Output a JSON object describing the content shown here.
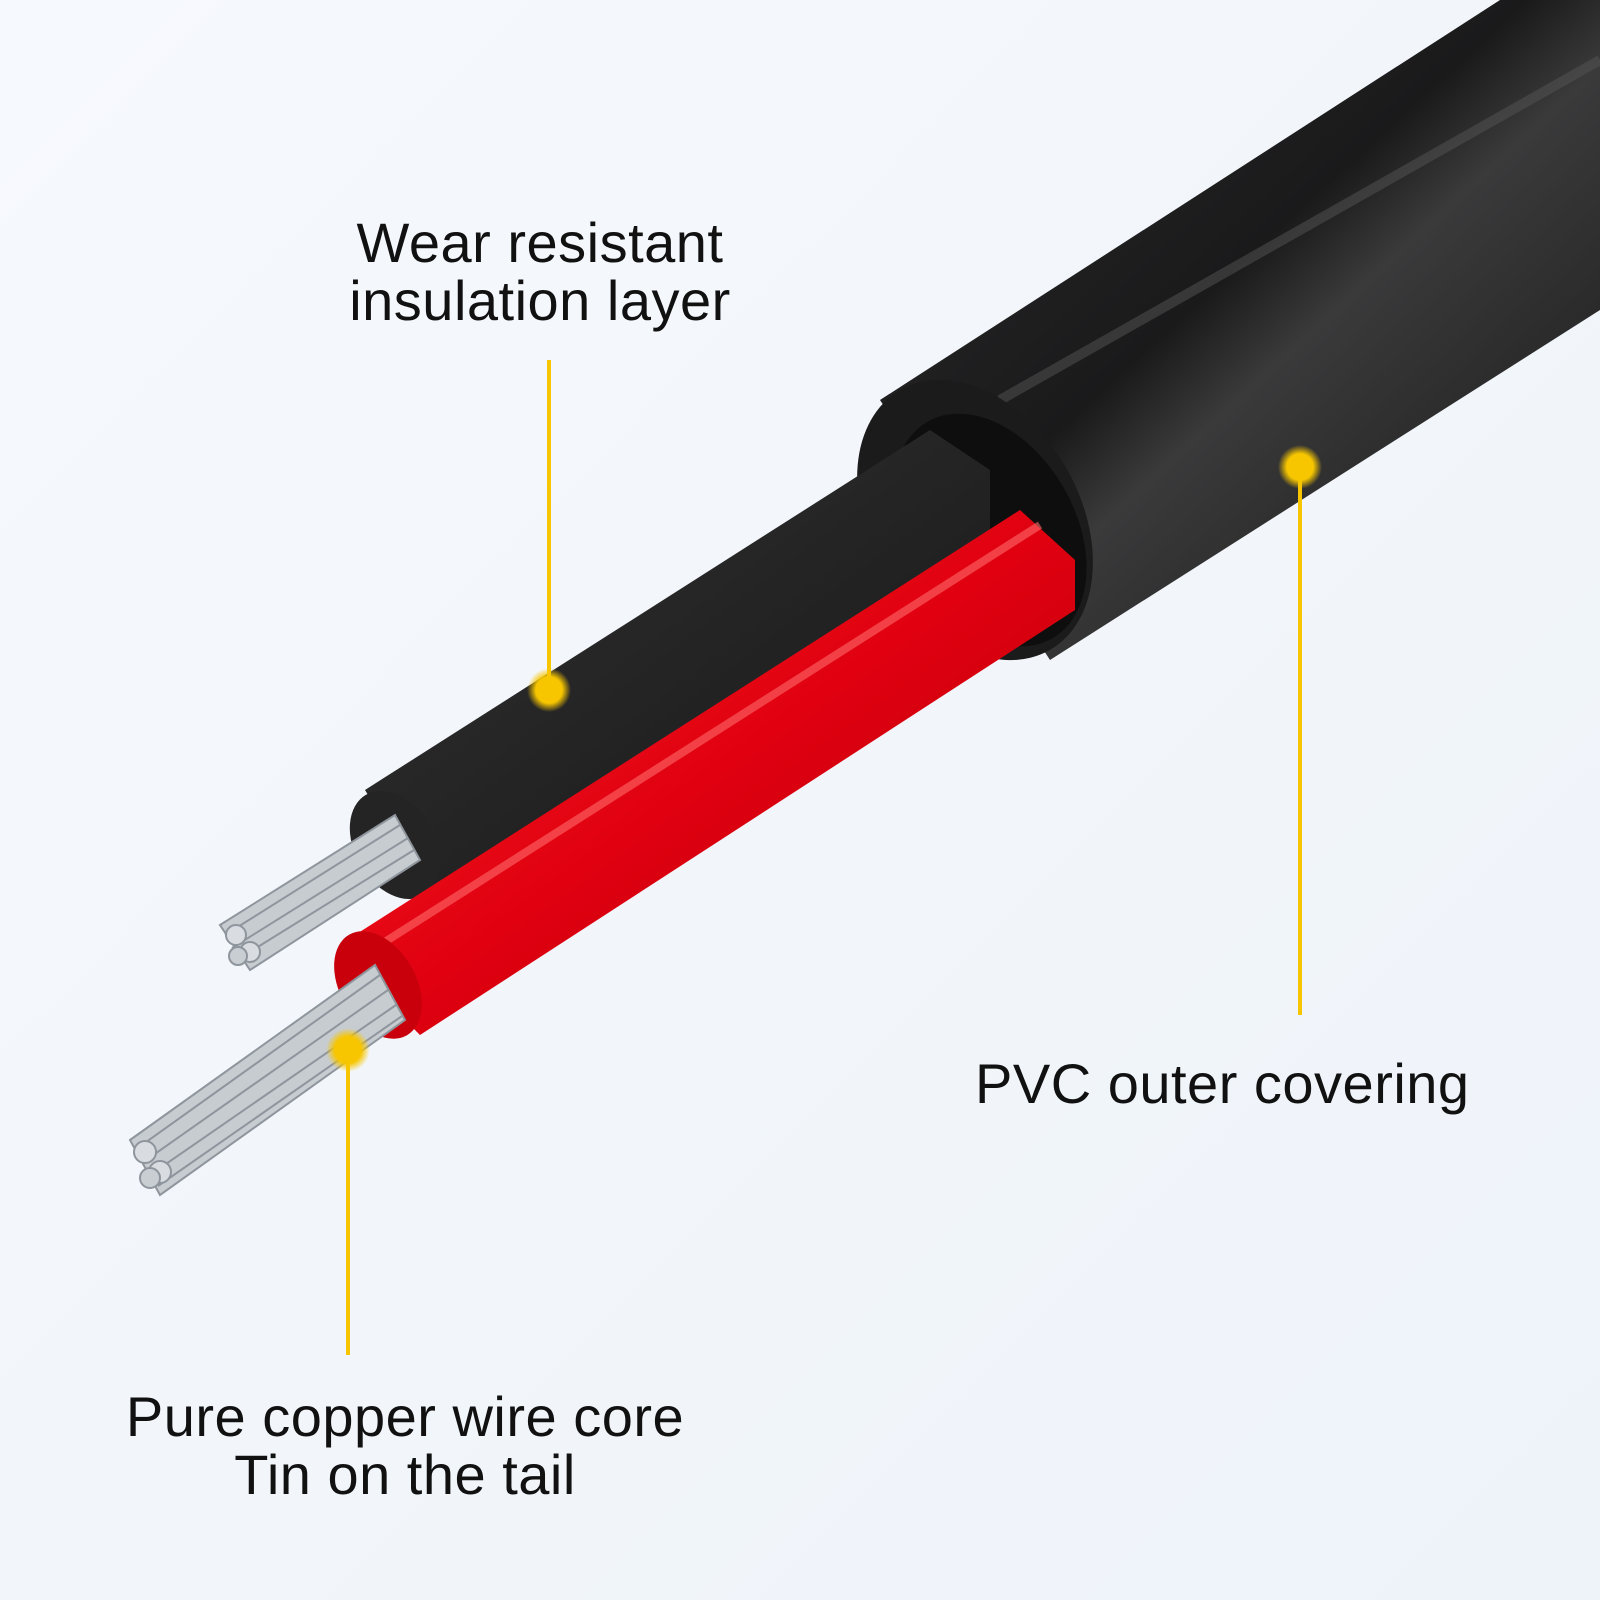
{
  "labels": {
    "insulation": "Wear resistant\ninsulation layer",
    "pvc": "PVC outer covering",
    "copper": "Pure copper wire core\nTin on the tail"
  },
  "colors": {
    "background": "#f3f7fc",
    "callout": "#f7c600",
    "outer_jacket": "#1e1e1f",
    "red_insulation": "#e3000f",
    "conductor": "#b9bfc4"
  }
}
